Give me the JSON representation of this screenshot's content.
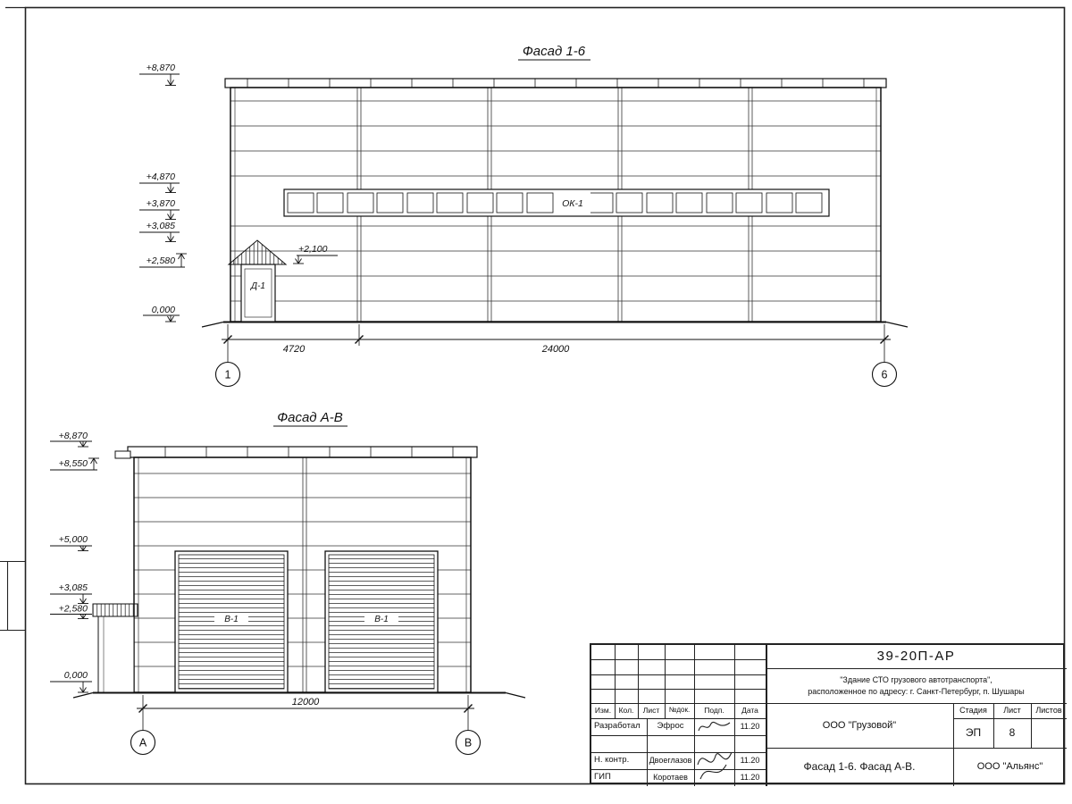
{
  "sheet": {
    "facade1": {
      "title": "Фасад 1-6",
      "window_label": "ОК-1",
      "door_label": "Д-1",
      "elev_8870": "+8,870",
      "elev_4870": "+4,870",
      "elev_3870": "+3,870",
      "elev_3085": "+3,085",
      "elev_2580": "+2,580",
      "elev_2100": "+2,100",
      "elev_0": "0,000",
      "dim_4720": "4720",
      "dim_24000": "24000",
      "axis_1": "1",
      "axis_6": "6"
    },
    "facade2": {
      "title": "Фасад А-В",
      "door1_label": "В-1",
      "door2_label": "В-1",
      "elev_8870": "+8,870",
      "elev_8550": "+8,550",
      "elev_5000": "+5,000",
      "elev_3085": "+3,085",
      "elev_2580": "+2,580",
      "elev_0": "0,000",
      "dim_12000": "12000",
      "axis_a": "А",
      "axis_b": "В"
    }
  },
  "titleblock": {
    "doc_number": "39-20П-АР",
    "project_line1": "\"Здание СТО грузового автотранспорта\",",
    "project_line2": "расположенное по адресу: г. Санкт-Петербург, п. Шушары",
    "col_izm": "Изм.",
    "col_kol": "Кол.",
    "col_list": "Лист",
    "col_ndok": "№док.",
    "col_podp": "Подп.",
    "col_data": "Дата",
    "row1_role": "Разработал",
    "row1_name": "Эфрос",
    "row1_date": "11.20",
    "row3_role": "Н. контр.",
    "row3_name": "Двоеглазов",
    "row3_date": "11.20",
    "row4_role": "ГИП",
    "row4_name": "Коротаев",
    "row4_date": "11.20",
    "company": "ООО \"Грузовой\"",
    "stage_label": "Стадия",
    "list_label": "Лист",
    "listov_label": "Листов",
    "stage_value": "ЭП",
    "list_value": "8",
    "sheet_title": "Фасад 1-6. Фасад А-В.",
    "org": "ООО \"Альянс\""
  }
}
